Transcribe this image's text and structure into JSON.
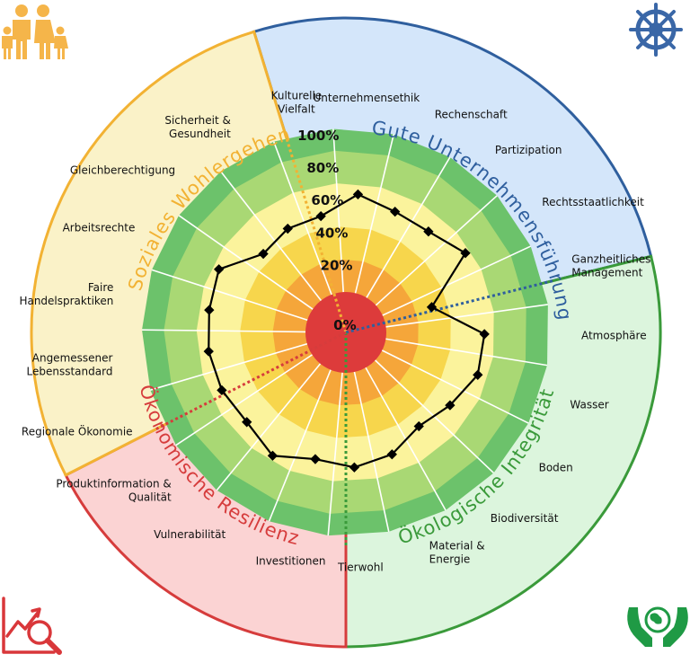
{
  "chart_data": {
    "type": "radar",
    "scale": {
      "ring_labels": [
        "0%",
        "20%",
        "40%",
        "60%",
        "80%",
        "100%"
      ],
      "range": [
        0,
        100
      ]
    },
    "dimensions": [
      {
        "title": "Gute Unternehmensführung",
        "color": "#2f5f9e",
        "fill": "#d4e6fa",
        "icon": "ships-wheel-icon"
      },
      {
        "title": "Ökologische Integrität",
        "color": "#3a9a3a",
        "fill": "#dcf5dd",
        "icon": "hands-globe-icon"
      },
      {
        "title": "Ökonomische Resilienz",
        "color": "#d63c3c",
        "fill": "#fbd3d3",
        "icon": "chart-magnifier-icon"
      },
      {
        "title": "Soziales Wohlergehen",
        "color": "#f2b233",
        "fill": "#faf2c8",
        "icon": "family-icon"
      }
    ],
    "categories": [
      "Unternehmensethik",
      "Rechenschaft",
      "Partizipation",
      "Rechtsstaatlichkeit",
      "Ganzheitliches Management",
      "Atmosphäre",
      "Wasser",
      "Boden",
      "Biodiversität",
      "Material & Energie",
      "Tierwohl",
      "Investitionen",
      "Vulnerabilität",
      "Produktinformation & Qualität",
      "Regionale Ökonomie",
      "Angemessener Lebensstandard",
      "Faire Handelspraktiken",
      "Arbeitsrechte",
      "Gleichberechtigung",
      "Sicherheit & Gesundheit",
      "Kulturelle Vielfalt"
    ],
    "series": [
      {
        "values": [
          60,
          55,
          55,
          63,
          30,
          60,
          60,
          53,
          48,
          55,
          58,
          55,
          63,
          57,
          59,
          60,
          60,
          62,
          45,
          48,
          48
        ]
      }
    ],
    "colors": {
      "band_0_20": "#dd3b3b",
      "band_20_40": "#f5a63a",
      "band_40_60": "#f7d64c",
      "band_60_80": "#fbf39c",
      "band_80_100": "#a9d874",
      "band_outer": "#6cc26b",
      "series_line": "#000000"
    }
  }
}
